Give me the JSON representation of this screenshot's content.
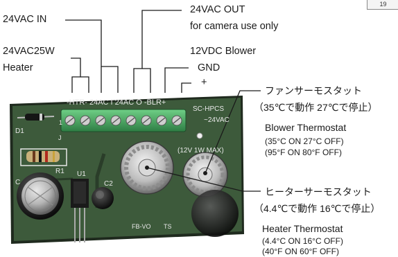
{
  "labels": {
    "ac_in": "24VAC IN",
    "ac_out": "24VAC OUT",
    "ac_out_note": "for camera use only",
    "blower_supply": "12VDC Blower",
    "gnd": "GND",
    "plus": "+",
    "heater_line1": "24VAC25W",
    "heater_line2": "Heater"
  },
  "fan_thermostat": {
    "jp_title": "ファンサーモスタット",
    "jp_setting": "（35℃で動作 27℃で停止）",
    "en_title": "Blower Thermostat",
    "en_celsius": "(35°C ON   27°C OFF)",
    "en_fahrenheit": "(95°F ON   80°F OFF)"
  },
  "heater_thermostat": {
    "jp_title": "ヒーターサーモスタット",
    "jp_setting": "（4.4℃で動作 16℃で停止）",
    "en_title": "Heater Thermostat",
    "en_celsius": "(4.4°C ON   16°C OFF)",
    "en_fahrenheit": "(40°F ON   60°F OFF)"
  },
  "board_silkscreen": {
    "terminal_header": "-HTR- 24AC I 24AC O -BLR+",
    "model": "SC-HPCS",
    "voltage": "~24VAC",
    "max_rating": "(12V 1W MAX)",
    "d1": "D1",
    "r1": "R1",
    "u1": "U1",
    "c2": "C2",
    "c1": "C",
    "fb": "FB-VO",
    "ts": "TS",
    "pin1": "1",
    "j1": "J"
  },
  "corner_tab": "19",
  "colors": {
    "board_green": "#3d5a3b",
    "board_edge": "#1f2a1e",
    "terminal_green": "#3fa15a",
    "leader_line": "#1a1a1a"
  }
}
